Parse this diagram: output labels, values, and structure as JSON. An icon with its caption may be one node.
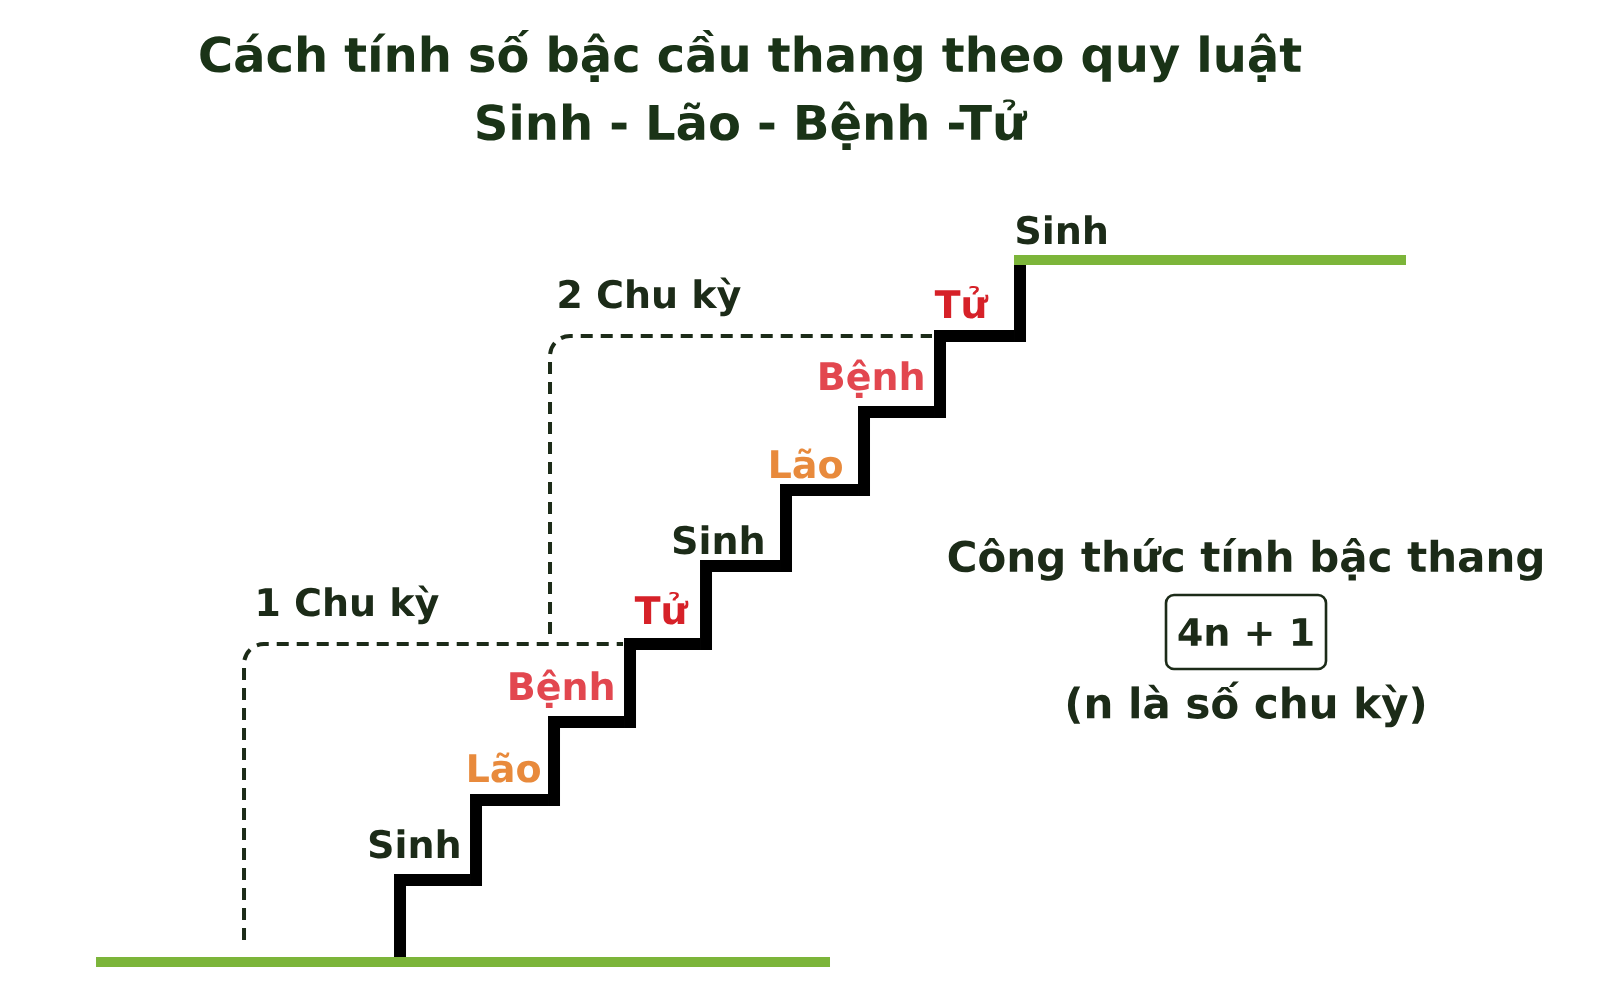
{
  "diagram": {
    "title": "Cách tính số bậc cầu thang theo quy luật Sinh - Lão - Bệnh -Tử",
    "nodes": [
      {
        "text": [
          "4n + 1"
        ],
        "beside": [
          "Công thức tính bậc thang",
          "(n là số chu kỳ)"
        ]
      }
    ],
    "labels": [
      "Sinh",
      "2 Chu kỳ",
      "Tử",
      "Bệnh",
      "Lão",
      "Sinh",
      "1 Chu kỳ",
      "Tử",
      "Bệnh",
      "Lão",
      "Sinh"
    ]
  }
}
